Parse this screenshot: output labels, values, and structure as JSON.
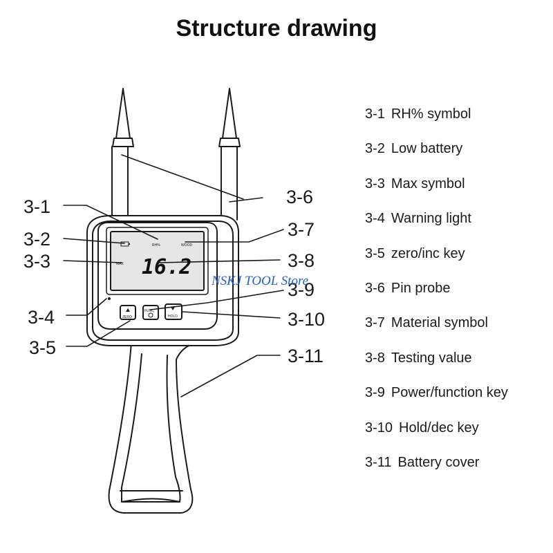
{
  "title": "Structure drawing",
  "diagram": {
    "display_value": "16.2",
    "lcd_labels": {
      "rh": "RH%",
      "material": "WOOD",
      "max": "MAX"
    },
    "key_labels": {
      "zero": "ZERO",
      "func": "FUNC",
      "hold": "HOLD"
    },
    "callouts": [
      "3-1",
      "3-2",
      "3-3",
      "3-4",
      "3-5",
      "3-6",
      "3-7",
      "3-8",
      "3-9",
      "3-10",
      "3-11"
    ]
  },
  "legend": [
    {
      "num": "3-1",
      "label": "RH% symbol"
    },
    {
      "num": "3-2",
      "label": "Low battery"
    },
    {
      "num": "3-3",
      "label": "Max symbol"
    },
    {
      "num": "3-4",
      "label": "Warning light"
    },
    {
      "num": "3-5",
      "label": "zero/inc key"
    },
    {
      "num": "3-6",
      "label": "Pin probe"
    },
    {
      "num": "3-7",
      "label": "Material symbol"
    },
    {
      "num": "3-8",
      "label": "Testing value"
    },
    {
      "num": "3-9",
      "label": "Power/function key"
    },
    {
      "num": "3-10",
      "label": "Hold/dec key"
    },
    {
      "num": "3-11",
      "label": "Battery cover"
    }
  ],
  "watermark": "NSKJ TOOL Store",
  "colors": {
    "line": "#1a1a1a",
    "screen": "#e6e6e6",
    "watermark": "#1f5fd6"
  }
}
